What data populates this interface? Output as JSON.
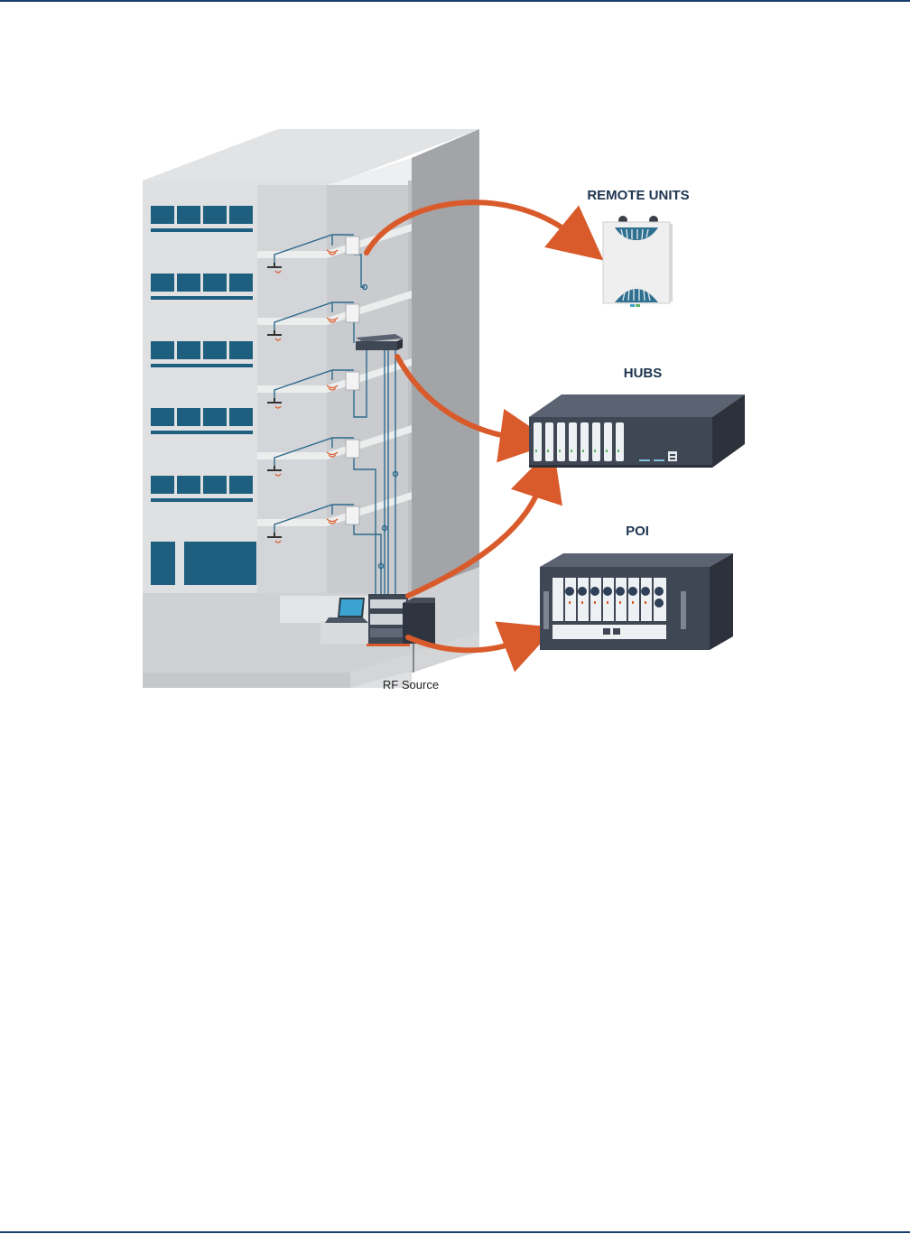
{
  "labels": {
    "remote_units": "REMOTE UNITS",
    "hubs": "HUBS",
    "poi": "POI",
    "rf_source": "RF Source"
  },
  "colors": {
    "page_rule": "#1b3f6e",
    "window_blue": "#1e5f80",
    "cable_blue": "#2e6a8c",
    "arrow_orange": "#d95b2b",
    "device_dark": "#3f4654",
    "wall_light": "#e6e7e9",
    "wall_mid": "#cfd1d4",
    "wall_dark": "#a3a5a8"
  },
  "icons": [
    "remote-unit-icon",
    "hub-rack-icon",
    "poi-rack-icon",
    "laptop-icon",
    "antenna-icon",
    "wifi-signal-icon",
    "arrow-icon"
  ]
}
